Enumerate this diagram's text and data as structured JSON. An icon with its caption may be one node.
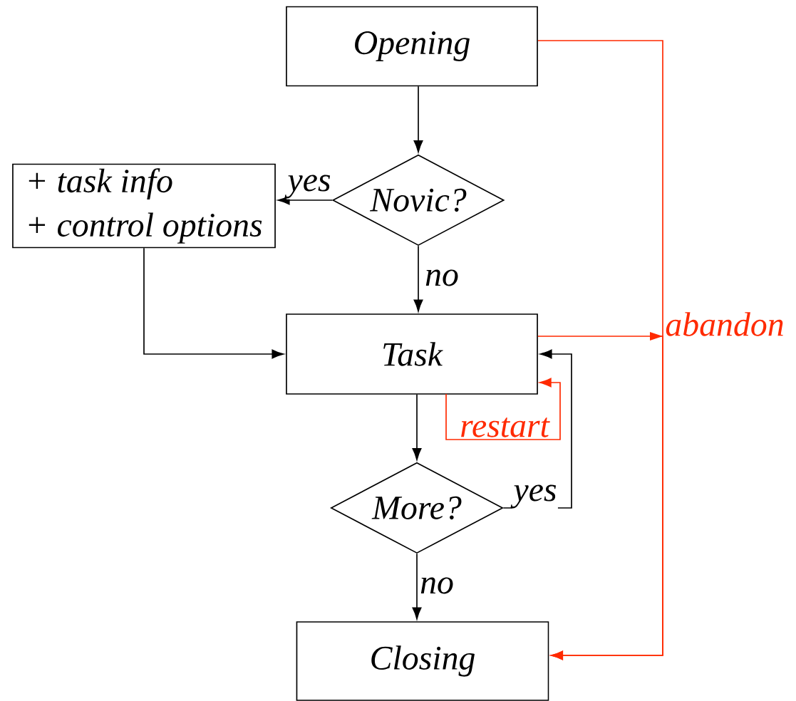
{
  "diagram": {
    "nodes": [
      {
        "text": [
          "Opening"
        ]
      },
      {
        "text": [
          "Novic?"
        ]
      },
      {
        "text": [
          "+ task info",
          "+ control options"
        ]
      },
      {
        "text": [
          "Task"
        ]
      },
      {
        "text": [
          "More?"
        ]
      },
      {
        "text": [
          "Closing"
        ]
      }
    ],
    "edges": [
      {
        "from": 0,
        "to": 1,
        "arrow": "to"
      },
      {
        "from": 1,
        "to": 2,
        "arrow": "to",
        "label": "yes"
      },
      {
        "from": 1,
        "to": 3,
        "arrow": "to",
        "label": "no"
      },
      {
        "from": 2,
        "to": 3,
        "arrow": "to"
      },
      {
        "from": 3,
        "to": 4,
        "arrow": "to"
      },
      {
        "from": 4,
        "to": 3,
        "arrow": "to",
        "label": "yes"
      },
      {
        "from": 3,
        "to": 3,
        "arrow": "to",
        "label": "restart",
        "color": "#ff2a00"
      },
      {
        "from": 0,
        "to": 5,
        "arrow": "to",
        "color": "#ff2a00"
      },
      {
        "from": 3,
        "to": 5,
        "arrow": "to",
        "label": "abandon",
        "color": "#ff2a00"
      },
      {
        "from": 4,
        "to": 5,
        "arrow": "to",
        "label": "no"
      }
    ]
  }
}
